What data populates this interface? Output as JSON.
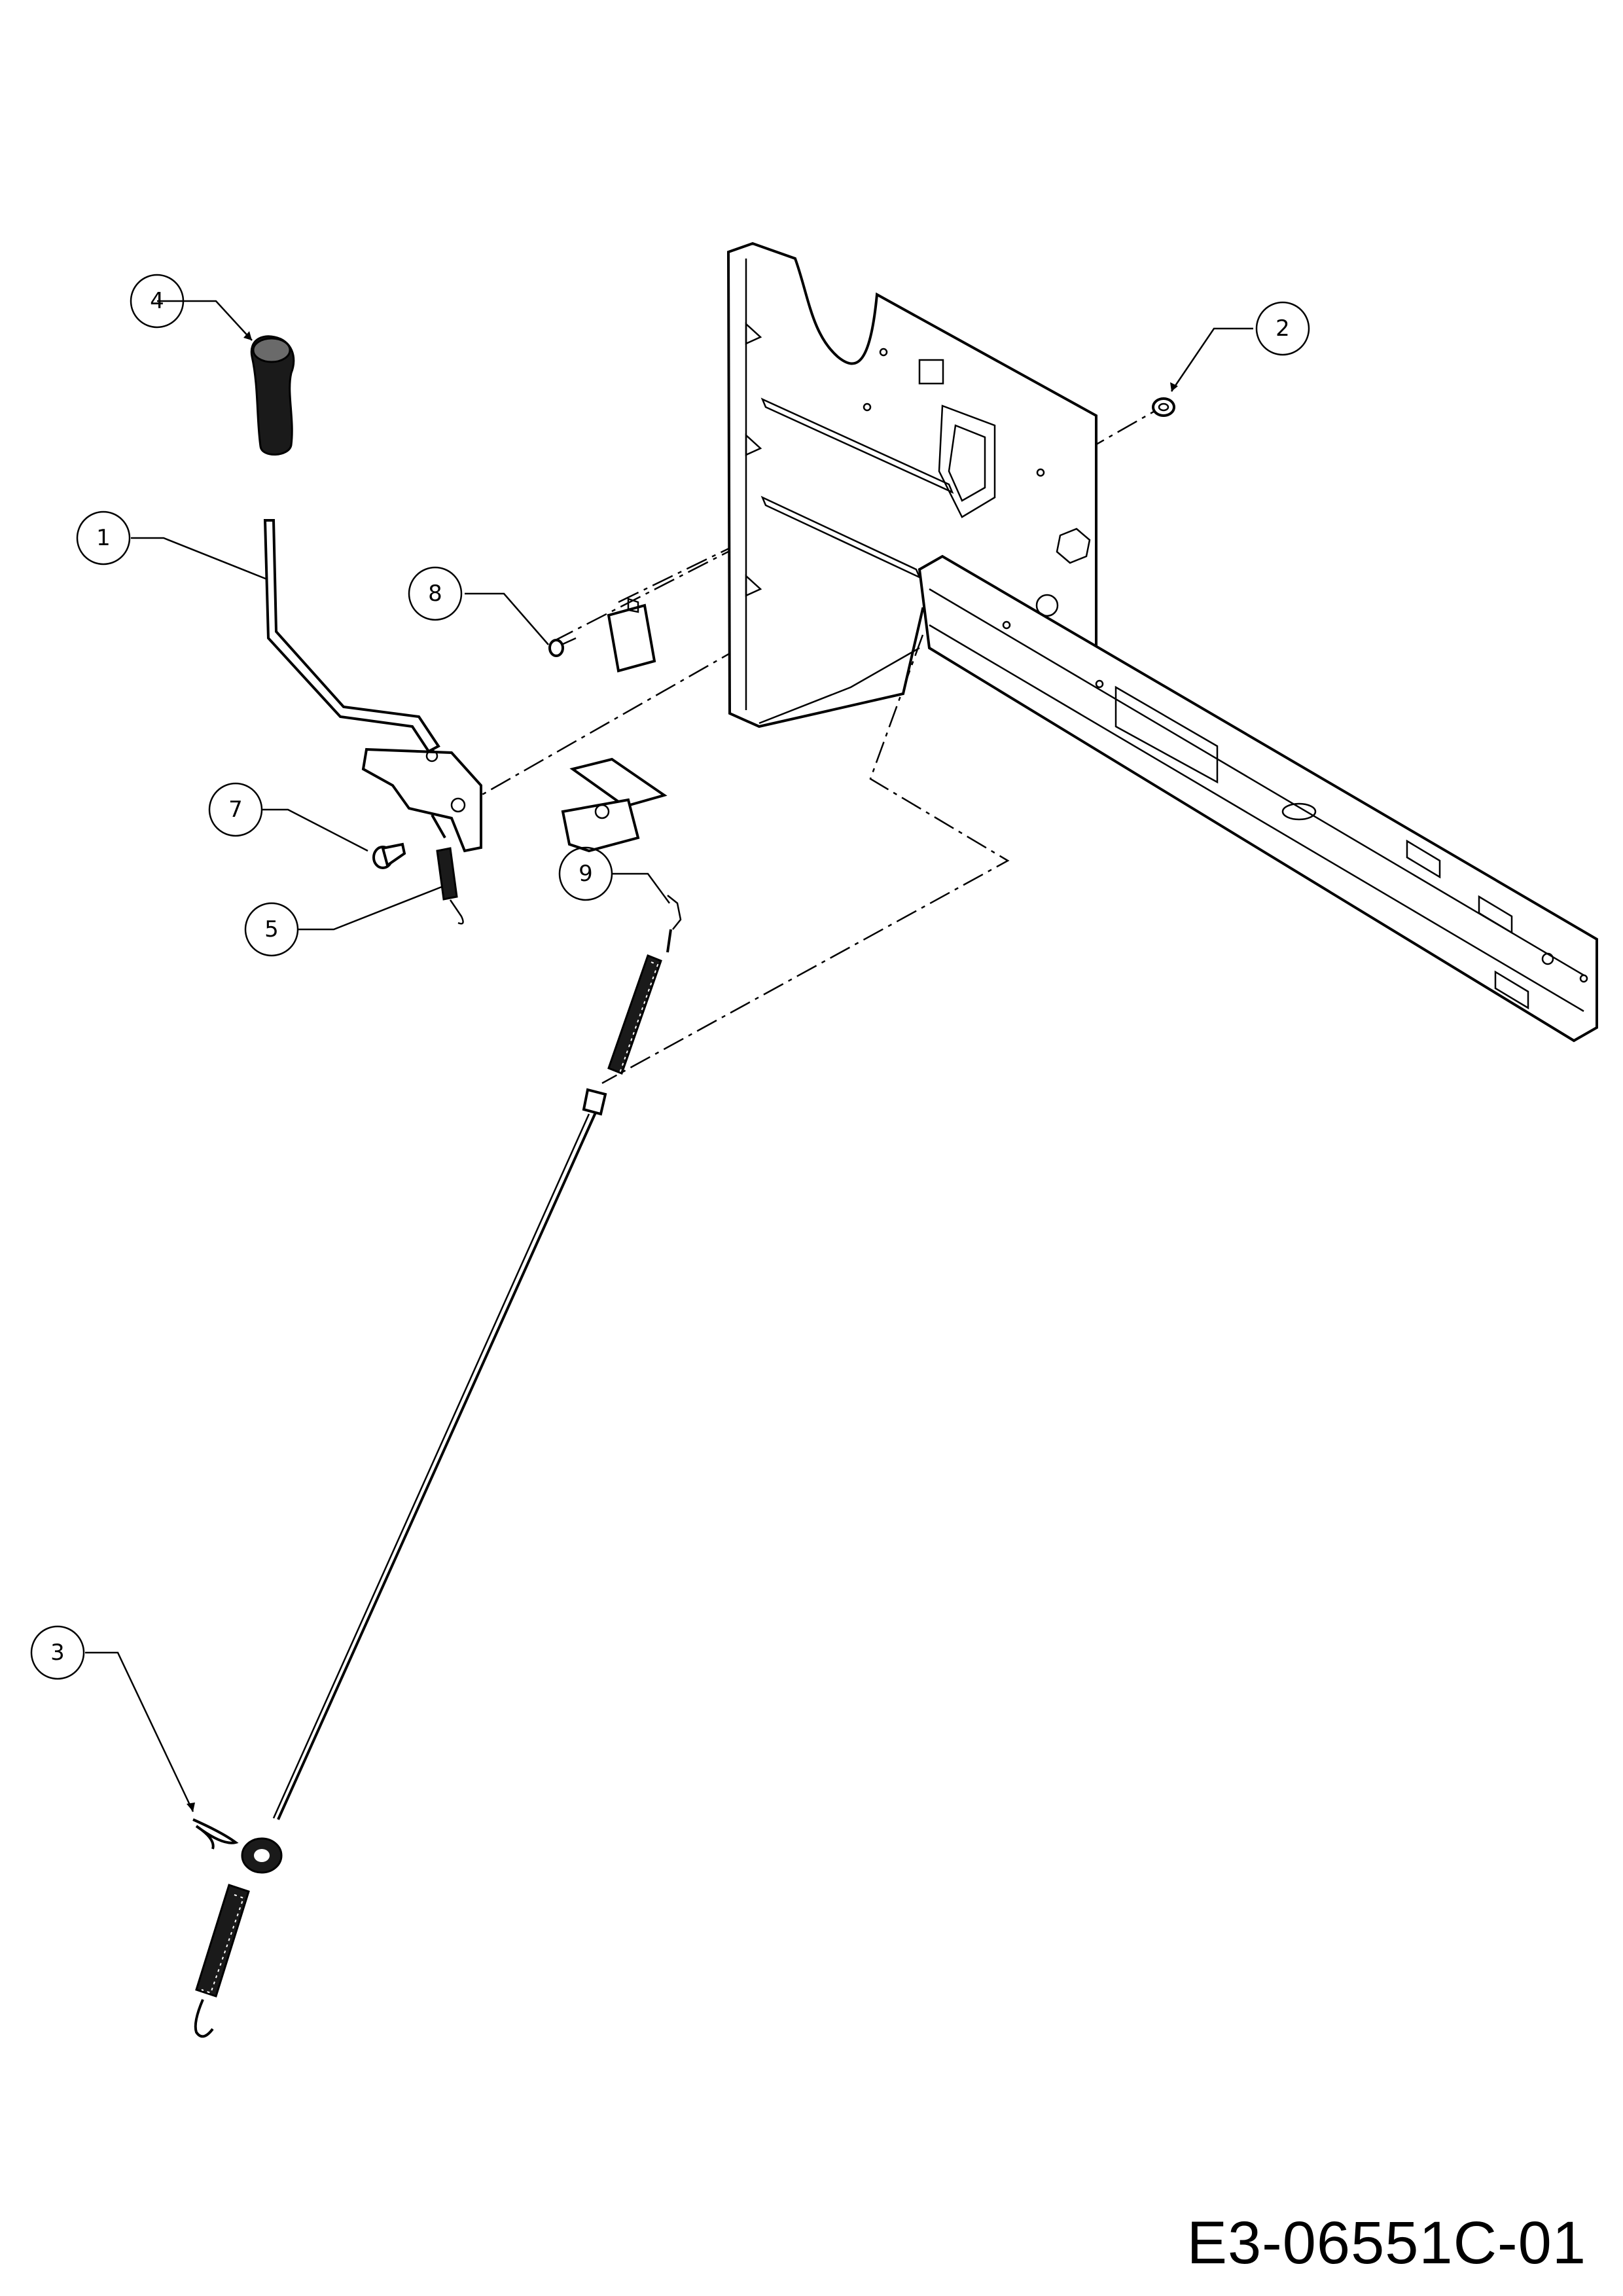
{
  "document_code": "E3-06551C-01",
  "callouts": [
    {
      "id": "callout-1",
      "label": "1"
    },
    {
      "id": "callout-2",
      "label": "2"
    },
    {
      "id": "callout-3",
      "label": "3"
    },
    {
      "id": "callout-4",
      "label": "4"
    },
    {
      "id": "callout-5",
      "label": "5"
    },
    {
      "id": "callout-7",
      "label": "7"
    },
    {
      "id": "callout-8",
      "label": "8"
    },
    {
      "id": "callout-9",
      "label": "9"
    }
  ]
}
